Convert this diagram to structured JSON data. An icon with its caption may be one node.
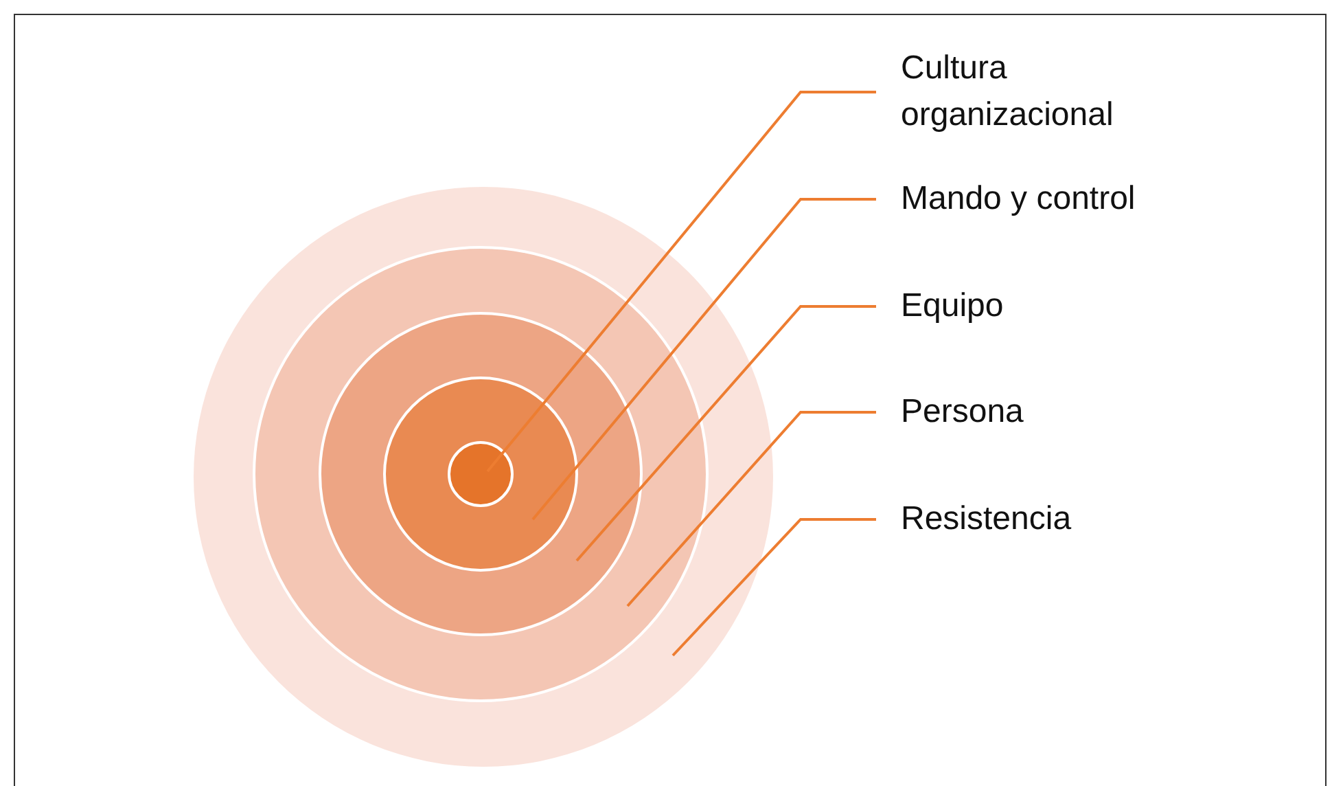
{
  "diagram": {
    "nodes": [
      {
        "text": [],
        "shape": "circle"
      },
      {
        "text": [],
        "shape": "circle",
        "in": 0
      },
      {
        "text": [],
        "shape": "circle",
        "in": 1
      },
      {
        "text": [],
        "shape": "circle",
        "in": 2
      },
      {
        "text": [],
        "shape": "circle",
        "in": 3
      },
      {
        "text": [
          "Cultura organizacional"
        ]
      },
      {
        "text": [
          "Mando y control"
        ]
      },
      {
        "text": [
          "Equipo"
        ]
      },
      {
        "text": [
          "Persona"
        ]
      },
      {
        "text": [
          "Resistencia"
        ]
      }
    ],
    "edges": [
      {
        "from": 5,
        "to": 4,
        "arrow": "none"
      },
      {
        "from": 6,
        "to": 3,
        "arrow": "none"
      },
      {
        "from": 7,
        "to": 2,
        "arrow": "none"
      },
      {
        "from": 8,
        "to": 1,
        "arrow": "none"
      },
      {
        "from": 9,
        "to": 0,
        "arrow": "none"
      }
    ]
  }
}
